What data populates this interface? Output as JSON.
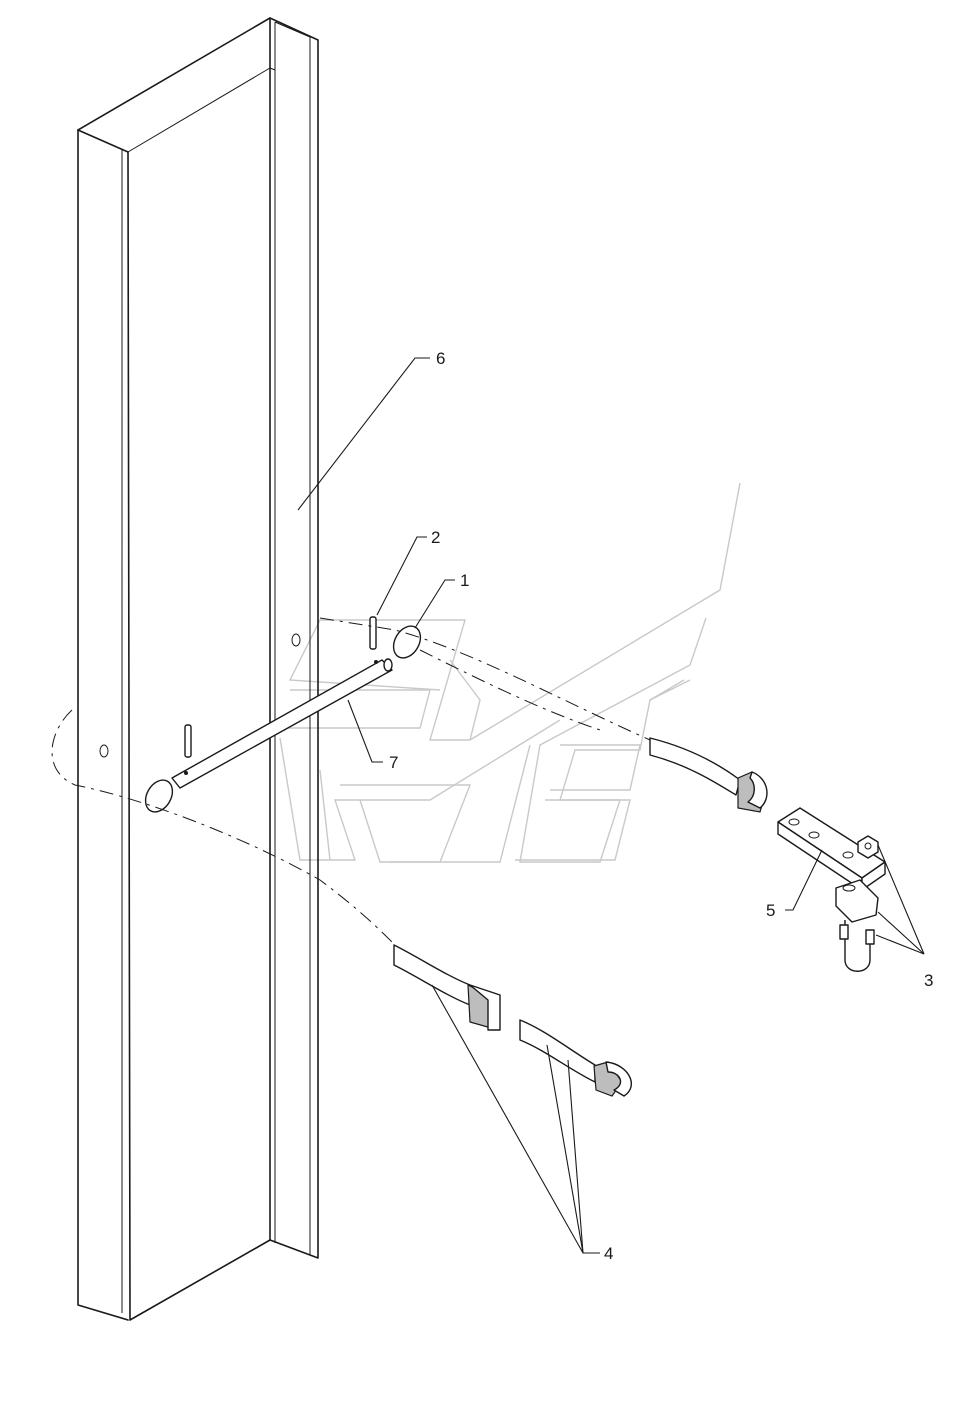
{
  "callouts": {
    "c1": "1",
    "c2": "2",
    "c3": "3",
    "c4": "4",
    "c5": "5",
    "c6": "6",
    "c7": "7"
  },
  "colors": {
    "ink": "#1a1a1a",
    "watermark": "#c9c9c9",
    "part_shade": "#bdbdbd"
  }
}
